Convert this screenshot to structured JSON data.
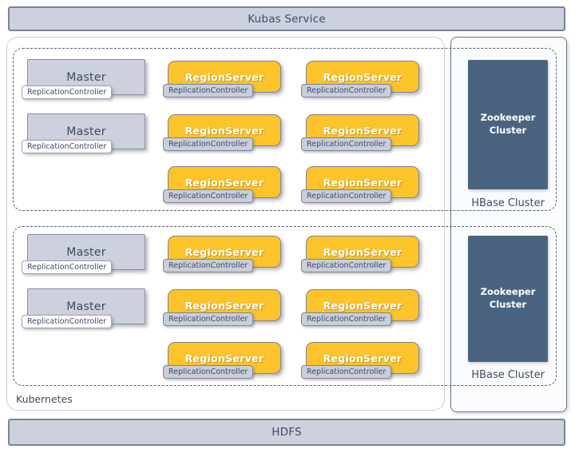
{
  "colors": {
    "bar-fill": "#ccd1dd",
    "bar-border": "#7b8398",
    "text-navy": "#3e4a63",
    "master-fill": "#ccd1dd",
    "master-border": "#868ea3",
    "region-fill": "#fcc42a",
    "region-border": "#7d8394",
    "zookeeper-fill": "#4a6480",
    "panel-fill": "#fafbfd",
    "panel-border": "#6b7488",
    "dash-border": "#5a6070",
    "dot-border": "#9299a8",
    "tag-white": "#ffffff",
    "tag-gray": "#c9cedb",
    "tag-border": "#7d8496",
    "tag-border-light": "#9aa1b2"
  },
  "title_bar": {
    "label": "Kubas Service"
  },
  "footer_bar": {
    "label": "HDFS"
  },
  "kubernetes": {
    "label": "Kubernetes"
  },
  "zookeeper": {
    "label": "Zookeeper Cluster"
  },
  "nodes": {
    "master": "Master",
    "region_server": "RegionServer",
    "replication_controller": "ReplicationController"
  },
  "clusters": [
    {
      "label": "HBase Cluster",
      "masters": 2,
      "region_servers": 6,
      "zookeeper_clusters": 1
    },
    {
      "label": "HBase Cluster",
      "masters": 2,
      "region_servers": 6,
      "zookeeper_clusters": 1
    }
  ]
}
